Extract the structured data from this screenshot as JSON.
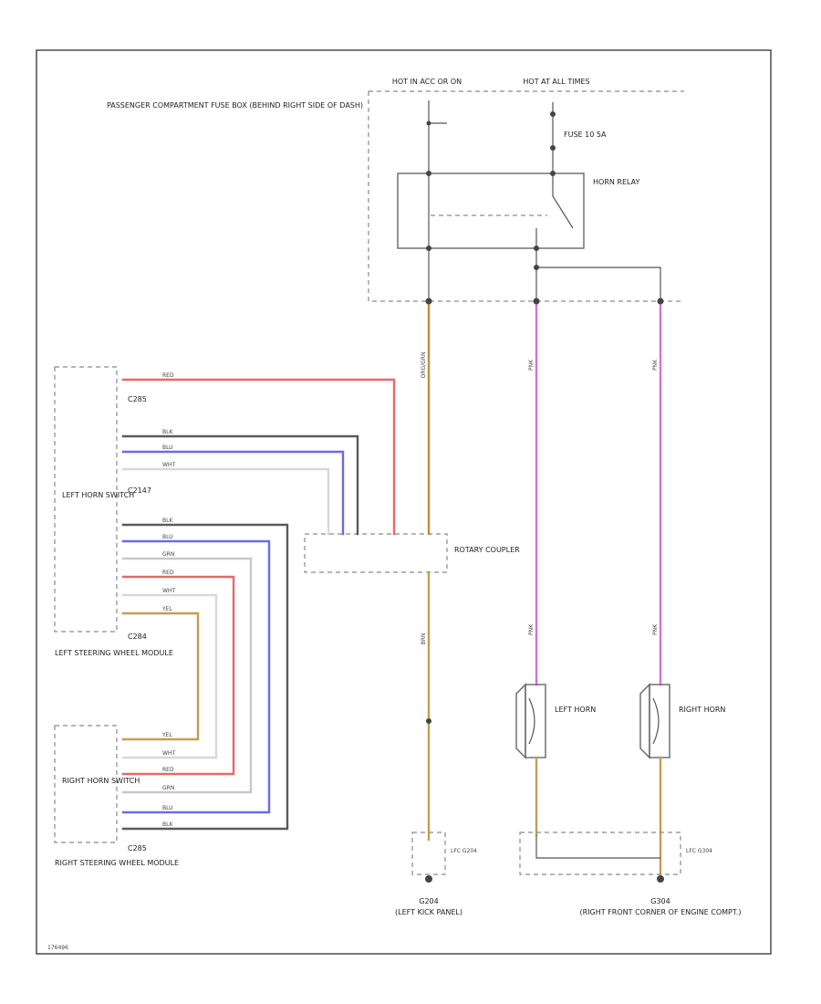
{
  "labels": {
    "hot_run": "HOT IN ACC OR ON",
    "hot_all": "HOT AT ALL TIMES",
    "fuse_box": "PASSENGER COMPARTMENT FUSE BOX (BEHIND RIGHT SIDE OF DASH)",
    "fuse": "FUSE 10 5A",
    "horn_relay": "HORN RELAY",
    "rotary_coupler": "ROTARY COUPLER",
    "left_horn_switch": "LEFT HORN SWITCH",
    "right_horn_switch": "RIGHT HORN SWITCH",
    "left_wheel_module": "LEFT STEERING WHEEL MODULE",
    "right_wheel_module": "RIGHT STEERING WHEEL MODULE",
    "left_horn": "LEFT HORN",
    "right_horn": "RIGHT HORN",
    "c_top": "C285",
    "c_mid": "C2147",
    "c_low": "C284",
    "c_right": "C285",
    "g_left": "G204",
    "g_left_loc": "(LEFT KICK PANEL)",
    "g_right": "G304",
    "g_right_loc": "(RIGHT FRONT CORNER OF ENGINE COMPT.)",
    "g_left_box": "LFC G204",
    "g_right_box": "LFC G304",
    "fig_id": "176496"
  },
  "wires": {
    "red": "RED",
    "blk": "BLK",
    "blu": "BLU",
    "wht": "WHT",
    "grn": "GRN",
    "yel": "YEL",
    "org_grn": "ORG/GRN",
    "pink": "PNK",
    "brn": "BRN"
  },
  "colors": {
    "red": "#e46a6a",
    "blk": "#5a5a5a",
    "blu": "#6a6ae8",
    "gry": "#c8c8c8",
    "org": "#c98a3a",
    "yel": "#c0a050",
    "pnk": "#d870d8"
  }
}
